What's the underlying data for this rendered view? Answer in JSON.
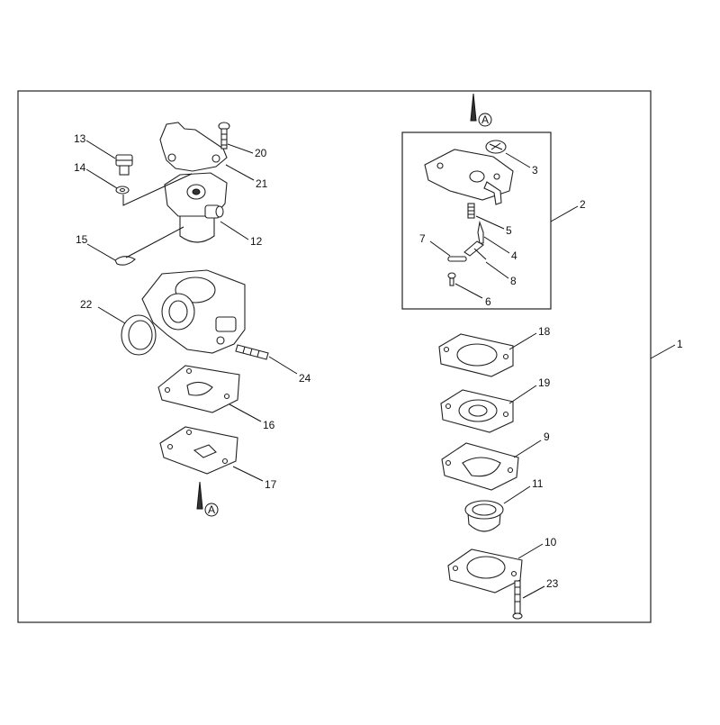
{
  "diagram": {
    "callouts": {
      "c1": "1",
      "c2": "2",
      "c3": "3",
      "c4": "4",
      "c5": "5",
      "c6": "6",
      "c7": "7",
      "c8": "8",
      "c9": "9",
      "c10": "10",
      "c11": "11",
      "c12": "12",
      "c13": "13",
      "c14": "14",
      "c15": "15",
      "c16": "16",
      "c17": "17",
      "c18": "18",
      "c19": "19",
      "c20": "20",
      "c21": "21",
      "c22": "22",
      "c23": "23",
      "c24": "24"
    },
    "view_marker_top": "A",
    "view_marker_bottom": "A"
  }
}
